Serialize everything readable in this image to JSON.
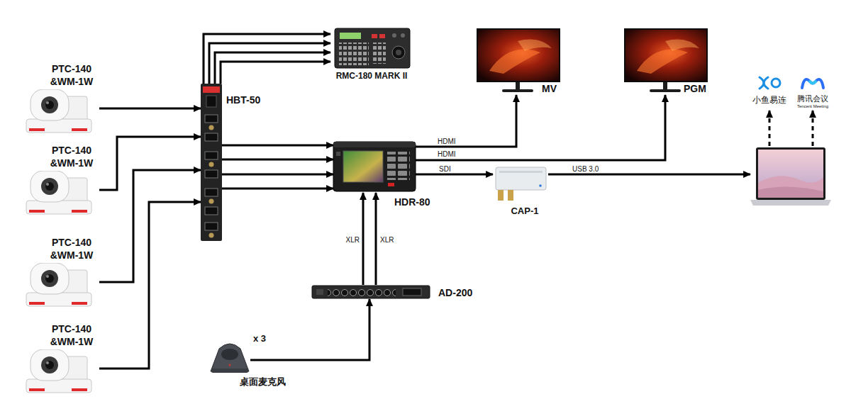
{
  "diagram": {
    "nodes": [
      {
        "text": [
          "PTC-140 &WM-1W"
        ]
      },
      {
        "text": [
          "PTC-140 &WM-1W"
        ]
      },
      {
        "text": [
          "PTC-140 &WM-1W"
        ]
      },
      {
        "text": [
          "PTC-140 &WM-1W"
        ]
      },
      {
        "text": [
          "HBT-50"
        ]
      },
      {
        "text": [
          "RMC-180 MARK II"
        ]
      },
      {
        "text": [
          "HDR-80"
        ]
      },
      {
        "text": [
          "MV"
        ]
      },
      {
        "text": [
          "PGM"
        ]
      },
      {
        "text": [
          "CAP-1"
        ]
      },
      {
        "text": []
      },
      {
        "text": [
          "小鱼易连"
        ]
      },
      {
        "text": [
          "腾讯会议",
          "Tencent Meeting"
        ]
      },
      {
        "text": [
          "AD-200"
        ]
      },
      {
        "text": [
          "x 3",
          "桌面麦克风"
        ]
      }
    ],
    "edges": [
      {
        "from": 0,
        "to": 4,
        "arrow": "to"
      },
      {
        "from": 1,
        "to": 4,
        "arrow": "to"
      },
      {
        "from": 2,
        "to": 4,
        "arrow": "to"
      },
      {
        "from": 3,
        "to": 4,
        "arrow": "to"
      },
      {
        "from": 4,
        "to": 5,
        "arrow": "to"
      },
      {
        "from": 4,
        "to": 5,
        "arrow": "to"
      },
      {
        "from": 4,
        "to": 5,
        "arrow": "to"
      },
      {
        "from": 4,
        "to": 5,
        "arrow": "to"
      },
      {
        "from": 4,
        "to": 6,
        "arrow": "to"
      },
      {
        "from": 4,
        "to": 6,
        "arrow": "to"
      },
      {
        "from": 4,
        "to": 6,
        "arrow": "to"
      },
      {
        "from": 4,
        "to": 6,
        "arrow": "to"
      },
      {
        "from": 6,
        "to": 7,
        "label": "HDMI",
        "arrow": "to"
      },
      {
        "from": 6,
        "to": 8,
        "label": "HDMI",
        "arrow": "to"
      },
      {
        "from": 6,
        "to": 9,
        "label": "SDI",
        "arrow": "to"
      },
      {
        "from": 9,
        "to": 10,
        "label": "USB 3.0",
        "arrow": "to"
      },
      {
        "from": 10,
        "to": 11,
        "arrow": "to"
      },
      {
        "from": 10,
        "to": 12,
        "arrow": "to"
      },
      {
        "from": 13,
        "to": 6,
        "label": "XLR",
        "arrow": "to"
      },
      {
        "from": 13,
        "to": 6,
        "label": "XLR",
        "arrow": "to"
      },
      {
        "from": 14,
        "to": 13,
        "arrow": "to"
      }
    ]
  }
}
